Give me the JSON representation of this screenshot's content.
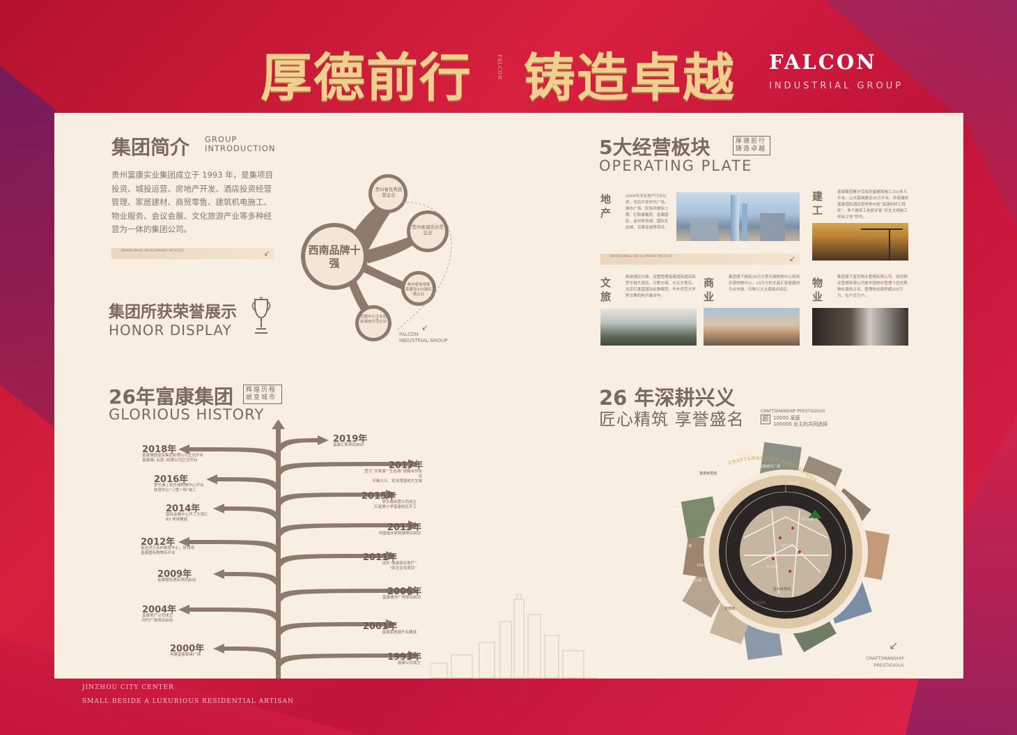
{
  "header": {
    "title_left": "厚德前行",
    "title_right": "铸造卓越",
    "vertical_text": "FALCON",
    "brand": "FALCON",
    "brand_sub": "INDUSTRIAL GROUP"
  },
  "intro": {
    "title": "集团简介",
    "en_line1": "GROUP",
    "en_line2": "INTRODUCTION",
    "text": "贵州富康实业集团成立于 1993 年，是集项目投资、城投运营、房地产开发、酒店投资经营管理、家居建材、商贸零售、建筑机电施工、物业服务、会议会展、文化旅游产业等多种经营为一体的集团公司。",
    "strip_text": "BRAND IMAGE DEVELOPMENT PROCESS"
  },
  "honor": {
    "title": "集团所获荣誉展示",
    "en": "HONOR DISPLAY",
    "center": "西南品牌十强",
    "items": [
      "贵州省优秀民营企业",
      "贵州省诚信示范企业",
      "贵州省信用体系建设100强红榜企业",
      "全国中小企业协会诚信示范企业"
    ],
    "falcon_line1": "FALCON",
    "falcon_line2": "INDUSTRIAL GROUP"
  },
  "operating": {
    "title": "5大经营板块",
    "tag": "厚德前行铸造卓越",
    "en": "OPERATING PLATE",
    "strip_text": "BRAND IMAGE DEVELOPMENT PROCESS",
    "segments": [
      {
        "label": "地产",
        "text": "2004年涉足地产行业以来，先后开发时代广场、城市广场、民族风情街二期、亿联康馨苑、富康国际、金州体育城、国际生态城、百事佳城等项目。"
      },
      {
        "label": "建工",
        "text": "富康集团累计完成房屋建筑施工150多万平米，公共基础建设10万平米，所承建的富康国际酒店获得贵州省“富康树杯工程奖”，多个建筑工地获评省“安全文明施工样板工地”称号。"
      },
      {
        "label": "文旅",
        "text": "旅游酒店方面，设置管理富康国际酒店和梦乐城大酒店、文教方面，与北大青鸟、北京红黄蓝国际幼教集团、华东师范大学等文教机构开展合作。"
      },
      {
        "label": "商业",
        "text": "集团旗下拥有16万方梦乐城购物中心和欢乐颂购物中心，10万方的大商汇家居建材专业市场、印象兴义主题商业街区。"
      },
      {
        "label": "物业",
        "text": "集团旗下富安物业管理有限公司，依托物业管理有限公司是中国物业管理十佳优秀物业服务企业，管理物业面积超100万方，住户近万户。"
      }
    ]
  },
  "history": {
    "title": "26年富康集团",
    "tag": "辉煌历程蜕变城市",
    "en": "GLORIOUS HISTORY",
    "left": [
      {
        "year": "2018年",
        "desc": "富康城投投资集团有限公司正式开业\n富康城( 云南 )有限公司正式开业"
      },
      {
        "year": "2016年",
        "desc": "梦乐城 | 欢乐颂购物中心开业\n体育中心“三馆一场”竣工"
      },
      {
        "year": "2014年",
        "desc": "国际会展中心开工大湾汇\nB3 地块建成"
      },
      {
        "year": "2012年",
        "desc": "富运河义苏州体育中心，体育场\n富康国际购物店开业"
      },
      {
        "year": "2009年",
        "desc": "富康国际酒店项目启动"
      },
      {
        "year": "2004年",
        "desc": "富康地产公司成立\n时代广场项目启动"
      },
      {
        "year": "2000年",
        "desc": "创建富康家具广场"
      }
    ],
    "right": [
      {
        "year": "2019年",
        "desc": "富康汇和项目启动"
      },
      {
        "year": "2017年",
        "desc": "签订“文旅城”“生态城”战略合作协议\n印象兴义、欢水湾湿地大文旅"
      },
      {
        "year": "2015年",
        "desc": "梦乐城商管公司成立\n红星美小学富康校区开工"
      },
      {
        "year": "2013年",
        "desc": "中国金州体育城项目启动"
      },
      {
        "year": "2011年",
        "desc": "试水“旅游商业地产”\n“田生住宅项目”"
      },
      {
        "year": "2006年",
        "desc": "富康城市广场项目启动"
      },
      {
        "year": "2001年",
        "desc": "富康家居城开业建成"
      },
      {
        "year": "1993年",
        "desc": "富康公司成立"
      }
    ]
  },
  "deep": {
    "title": "26 年深耕兴义",
    "subtitle": "匠心精筑 享誉盛名",
    "note_title": "CRAFTSMANSHIP PRESTIGIOUS",
    "badge": "超",
    "note_line1": "10000 家庭",
    "note_line2": "100000 业主的共同选择",
    "ring_text": "CRAFTSMANSHIP PRESTIGIOUS",
    "wheel_labels": [
      "富康时代广场",
      "富康城市广场",
      "2006年",
      "2009年",
      "2011年",
      "2012年",
      "2013年",
      "2016年",
      "富康国际",
      "梦乐城",
      "富康城",
      "金州体育城",
      "2004年",
      "富康家居城",
      "1993年"
    ],
    "bottom_line1": "CRAFTSMANSHIP",
    "bottom_line2": "PRESTIGIOUS"
  },
  "footer": {
    "line1": "JINZHOU CITY CENTER",
    "line2": "SMALL BESIDE A LUXURIOUS RESIDENTIAL ARTISAN"
  }
}
